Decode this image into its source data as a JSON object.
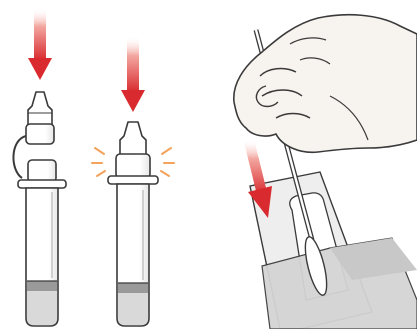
{
  "colors": {
    "arrow": "#d92b2f",
    "arrow_light": "#f3a7a0",
    "outline": "#3a3a3a",
    "tube_fill": "#ffffff",
    "tube_shade": "#e6e6e6",
    "liquid": "#d9d9d9",
    "liquid_dark": "#9a9a9a",
    "glow": "#f2a25a",
    "hand": "#f7f3ee",
    "card": "#eeeeee",
    "card_flap": "#dcdcdc"
  },
  "panels": [
    {
      "id": "tube-with-cap-open",
      "icon": "tube-icon"
    },
    {
      "id": "tube-with-cap-closed",
      "icon": "tube-icon"
    },
    {
      "id": "swab-into-card",
      "icon": "hand-icon"
    }
  ],
  "arrows": [
    {
      "id": "arrow-1",
      "direction": "down"
    },
    {
      "id": "arrow-2",
      "direction": "down"
    },
    {
      "id": "arrow-3",
      "direction": "down"
    }
  ]
}
